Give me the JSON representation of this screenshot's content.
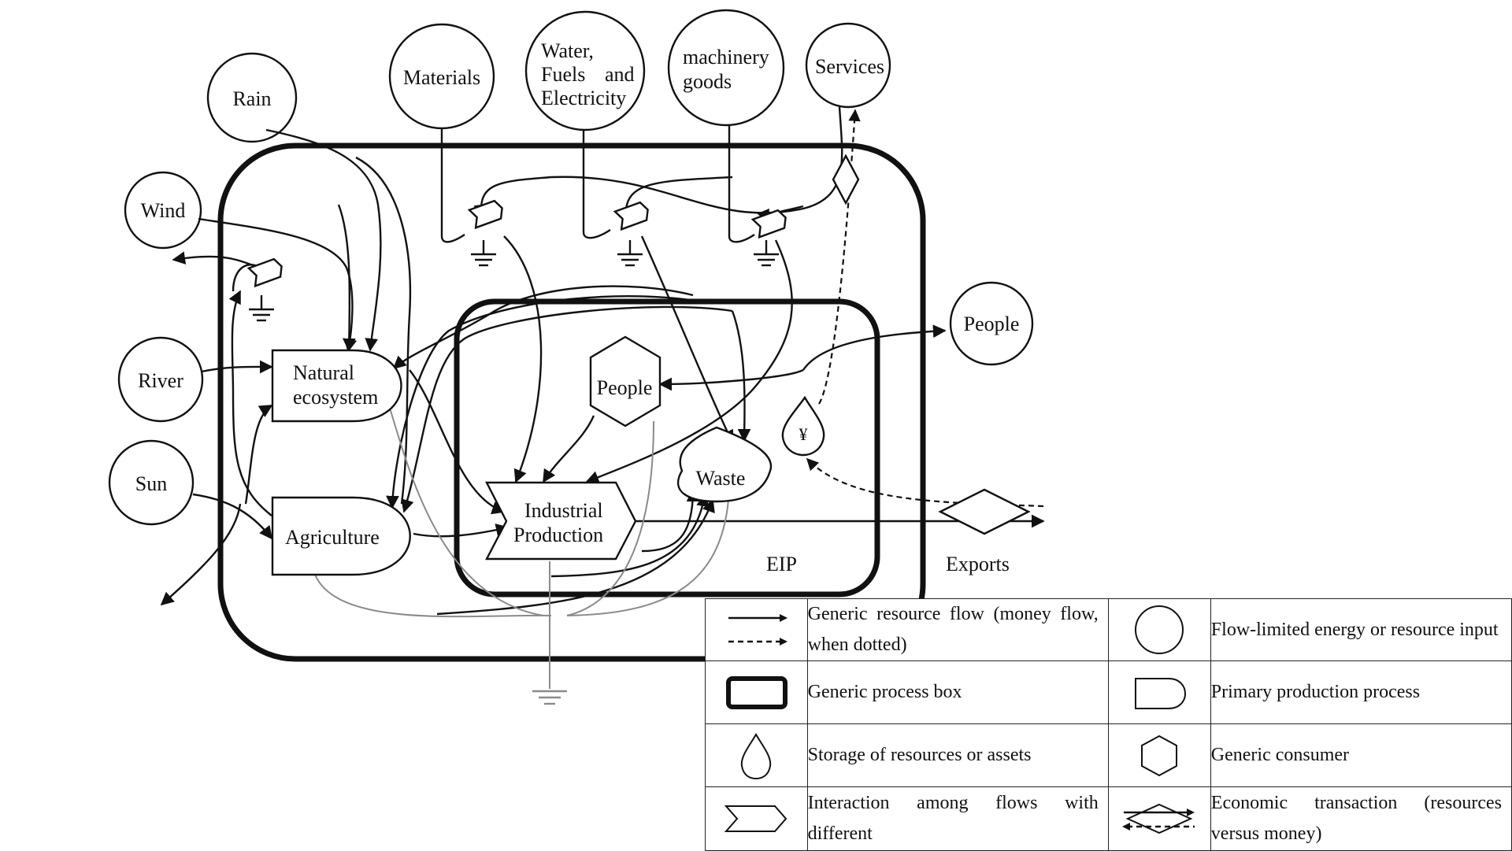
{
  "sources": {
    "rain": "Rain",
    "materials": "Materials",
    "water_fuels_electricity": [
      "Water,",
      "Fuels",
      "and",
      "Electricity"
    ],
    "machinery_goods": [
      "machinery",
      "goods"
    ],
    "services": "Services",
    "wind": "Wind",
    "river": "River",
    "sun": "Sun",
    "people_outside": "People"
  },
  "processes": {
    "natural_ecosystem": [
      "Natural",
      "ecosystem"
    ],
    "agriculture": "Agriculture",
    "industrial_production": [
      "Industrial",
      "Production"
    ],
    "people_consumer": "People",
    "waste": "Waste",
    "money_storage": "¥"
  },
  "labels": {
    "eip": "EIP",
    "exports": "Exports"
  },
  "legend": [
    {
      "icon": "arrow-solid-and-dotted-icon",
      "text": "Generic resource flow (money flow, when dotted)"
    },
    {
      "icon": "circle-icon",
      "text": "Flow-limited energy or resource input"
    },
    {
      "icon": "thick-box-icon",
      "text": "Generic process box"
    },
    {
      "icon": "half-round-box-icon",
      "text": "Primary production process"
    },
    {
      "icon": "droplet-icon",
      "text": "Storage of resources or assets"
    },
    {
      "icon": "hexagon-icon",
      "text": "Generic consumer"
    },
    {
      "icon": "chevron-icon",
      "text": "Interaction among flows with different"
    },
    {
      "icon": "diamond-transaction-icon",
      "text": "Economic transaction (resources versus money)"
    }
  ]
}
